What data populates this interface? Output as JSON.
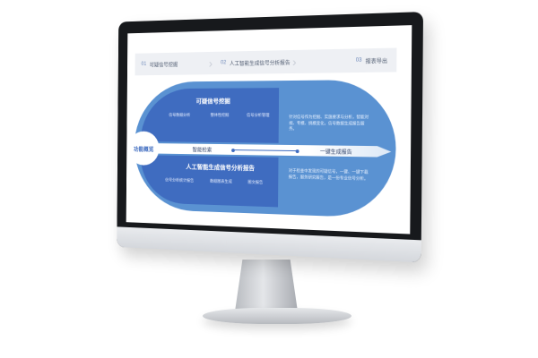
{
  "steps": [
    {
      "num": "01",
      "label": "可疑信号挖掘"
    },
    {
      "num": "02",
      "label": "人工智能生成信号分析报告"
    },
    {
      "num": "03",
      "label": "报表导出"
    }
  ],
  "center": {
    "label": "功能概览"
  },
  "top_section": {
    "title": "可疑信号挖掘",
    "chips": [
      "信号数据分析",
      "整体性挖掘",
      "信号分析管理"
    ],
    "description": "针对信号作为挖掘、实施要求与分析，智能对视、专模、挑模变化，信号数据生成报告服务。"
  },
  "band": {
    "label": "智能检索",
    "right_label": "一键生成报告"
  },
  "bottom_section": {
    "title": "人工智能生成信号分析报告",
    "chips": [
      "信号分析统计报告",
      "数据图表生成",
      "图文报告"
    ],
    "description": "对于检查中发现的可疑信号，一键、一键下载报告，服务研究报告，是一份专业信号分析。"
  },
  "colors": {
    "primary": "#3f6cc0",
    "light": "#5a92d2",
    "bar": "#eef0f4"
  }
}
